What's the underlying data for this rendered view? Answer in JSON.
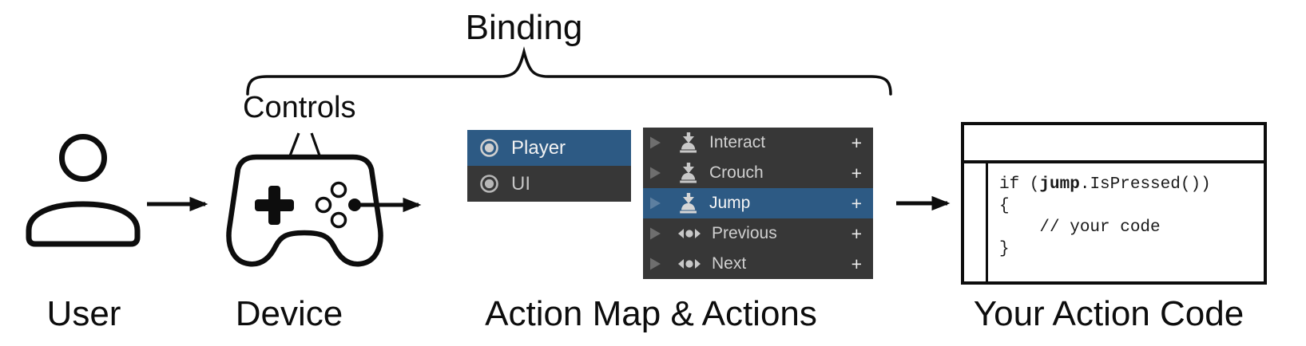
{
  "labels": {
    "binding": "Binding",
    "controls": "Controls",
    "user": "User",
    "device": "Device",
    "action_map": "Action Map & Actions",
    "action_code": "Your Action Code"
  },
  "action_map_panel": {
    "items": [
      {
        "label": "Player",
        "selected": true,
        "icon": "action-map-icon"
      },
      {
        "label": "UI",
        "selected": false,
        "icon": "action-map-icon"
      }
    ]
  },
  "actions_panel": {
    "add_label": "+",
    "items": [
      {
        "label": "Interact",
        "selected": false,
        "icon": "button-press-icon"
      },
      {
        "label": "Crouch",
        "selected": false,
        "icon": "button-press-icon"
      },
      {
        "label": "Jump",
        "selected": true,
        "icon": "button-press-icon"
      },
      {
        "label": "Previous",
        "selected": false,
        "icon": "axis-icon"
      },
      {
        "label": "Next",
        "selected": false,
        "icon": "axis-icon"
      }
    ]
  },
  "code_box": {
    "line1_prefix": "if (",
    "line1_keyword": "jump",
    "line1_suffix": ".IsPressed())",
    "line2": "{",
    "line3": "    // your code",
    "line4": "}"
  },
  "colors": {
    "selection_blue": "#2d5a84",
    "panel_bg": "#373737",
    "icon_gray": "#c8c8c8",
    "line_black": "#0d0d0d"
  }
}
